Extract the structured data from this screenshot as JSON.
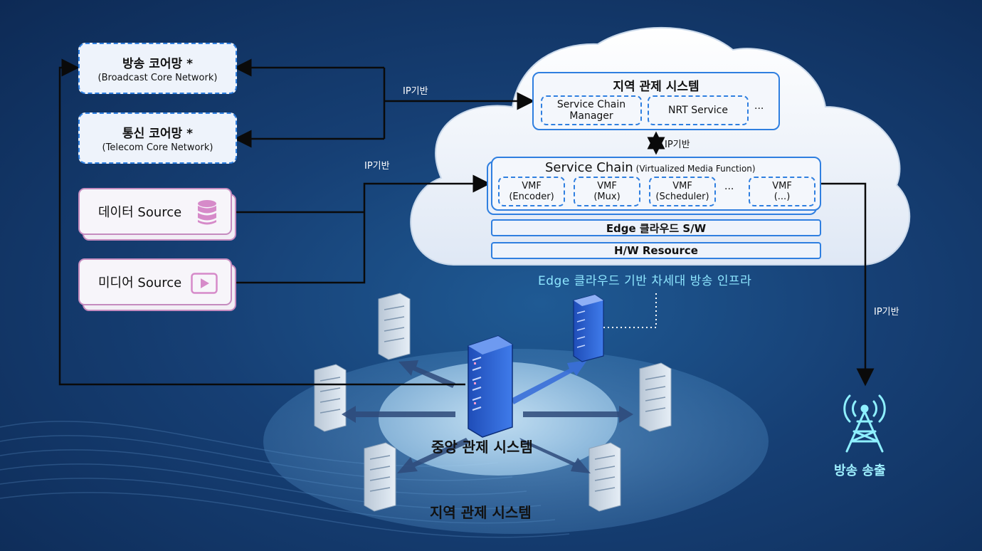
{
  "title": "",
  "core_networks": {
    "broadcast": {
      "title": "방송 코어망 *",
      "subtitle": "(Broadcast Core Network)"
    },
    "telecom": {
      "title": "통신 코어망 *",
      "subtitle": "(Telecom Core Network)"
    }
  },
  "sources": {
    "data": {
      "label": "데이터 Source",
      "icon": "database-icon"
    },
    "media": {
      "label": "미디어 Source",
      "icon": "play-icon"
    }
  },
  "edge_cloud": {
    "regional_control": {
      "title": "지역 관제 시스템",
      "items": [
        "Service Chain Manager",
        "NRT Service"
      ],
      "more": "···"
    },
    "ip_link": "IP기반",
    "service_chain": {
      "title": "Service Chain",
      "subtitle": "(Virtualized Media Function)",
      "vmfs": [
        {
          "name": "VMF",
          "detail": "(Encoder)"
        },
        {
          "name": "VMF",
          "detail": "(Mux)"
        },
        {
          "name": "VMF",
          "detail": "(Scheduler)"
        },
        {
          "name": "VMF",
          "detail": "(...)"
        }
      ],
      "more": "···"
    },
    "edge_sw": "Edge 클라우드 S/W",
    "hw_resource": "H/W Resource",
    "caption": "Edge 클라우드 기반 차세대 방송 인프라"
  },
  "ip_labels": {
    "core": "IP기반",
    "source": "IP기반",
    "broadcast": "IP기반"
  },
  "central": {
    "label": "중앙 관제 시스템",
    "regional_label": "지역 관제 시스템"
  },
  "broadcast_tx": {
    "label": "방송 송출",
    "icon": "broadcast-tower-icon"
  },
  "colors": {
    "background": "#163f74",
    "accent_blue": "#2f7fe0",
    "source_border": "#c58bbf",
    "caption_cyan": "#8ee6ff"
  }
}
